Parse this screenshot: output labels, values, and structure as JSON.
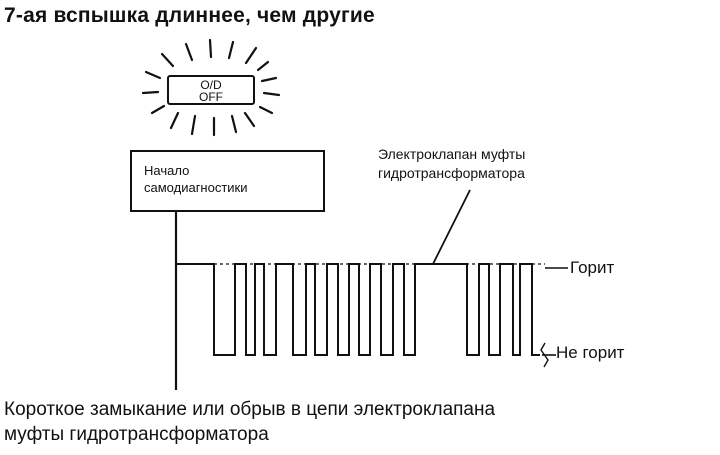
{
  "heading": "7-ая вспышка длиннее, чем другие",
  "lamp": {
    "line1": "O/D",
    "line2": "OFF"
  },
  "start_box": {
    "line1": "Начало",
    "line2": "самодиагностики"
  },
  "solenoid": {
    "line1": "Электроклапан муфты",
    "line2": "гидротрансформатора"
  },
  "signal": {
    "on_label": "Горит",
    "off_label": "Не горит"
  },
  "caption": {
    "line1": "Короткое замыкание или обрыв в цепи электроклапана",
    "line2": "муфты гидротрансформатора"
  }
}
